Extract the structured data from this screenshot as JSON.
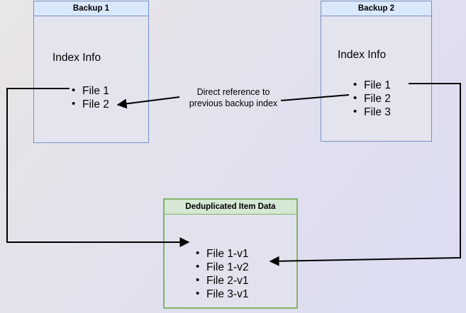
{
  "diagram": {
    "title_hidden": "",
    "background": {
      "gradient_from": "#e9e6e7",
      "gradient_to": "#dcddf2"
    },
    "colors": {
      "blue_header": "#dae8fc",
      "blue_border": "#7191c4",
      "green_header": "#d5e8d4",
      "green_border": "#82b366",
      "box_body": "#e4e4ef",
      "connector": "#000000"
    },
    "boxes": [
      {
        "id": "backup-1",
        "header": "Backup 1",
        "index_label": "Index Info",
        "files": [
          "File 1",
          "File 2"
        ]
      },
      {
        "id": "backup-2",
        "header": "Backup 2",
        "index_label": "Index Info",
        "files": [
          "File 1",
          "File 2",
          "File 3"
        ]
      },
      {
        "id": "deduplicated-item-data",
        "header": "Deduplicated Item Data",
        "files": [
          "File 1-v1",
          "File 1-v2",
          "File 2-v1",
          "File 3-v1"
        ]
      }
    ],
    "annotations": [
      {
        "id": "direct-reference",
        "line1": "Direct reference to",
        "line2": "previous backup index"
      }
    ],
    "connectors": [
      {
        "id": "backup2-index-to-backup1-index",
        "from": "Backup 2 index (File 2)",
        "to": "Backup 1 index (File 2)",
        "label": "Direct reference to previous backup index",
        "arrowhead": "end"
      },
      {
        "id": "backup1-file1-to-dedup-file1v1",
        "from": "Backup 1 index (File 1)",
        "to": "Deduplicated Item Data (File 1-v1)",
        "arrowhead": "end"
      },
      {
        "id": "backup2-file1-to-dedup-file1v2",
        "from": "Backup 2 index (File 1)",
        "to": "Deduplicated Item Data (File 1-v2)",
        "arrowhead": "end"
      }
    ]
  }
}
